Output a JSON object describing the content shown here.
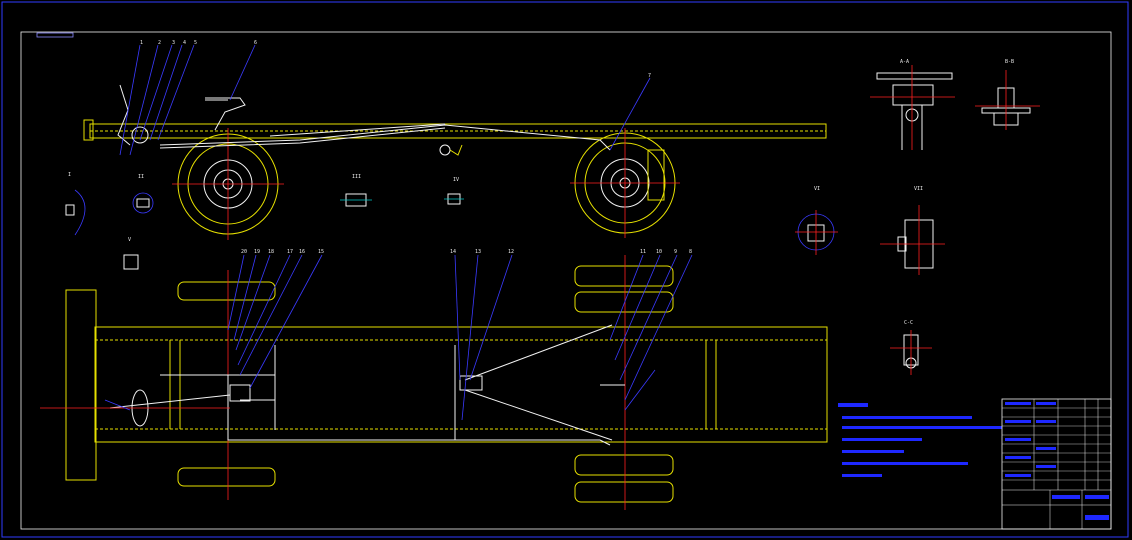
{
  "colors": {
    "background": "#000000",
    "frame": "#2f3bff",
    "yellow": "#e6e000",
    "white": "#f2f2f2",
    "red": "#ff2020",
    "blue": "#3a3aff",
    "cyan": "#00c8c8"
  },
  "callouts_top": [
    "1",
    "2",
    "3",
    "4",
    "5",
    "6",
    "7"
  ],
  "callouts_bottom": [
    "20",
    "19",
    "18",
    "17",
    "16",
    "15",
    "14",
    "13",
    "12",
    "11",
    "10",
    "9",
    "8"
  ],
  "section_marks": [
    "A-A",
    "B-B",
    "C-C"
  ]
}
